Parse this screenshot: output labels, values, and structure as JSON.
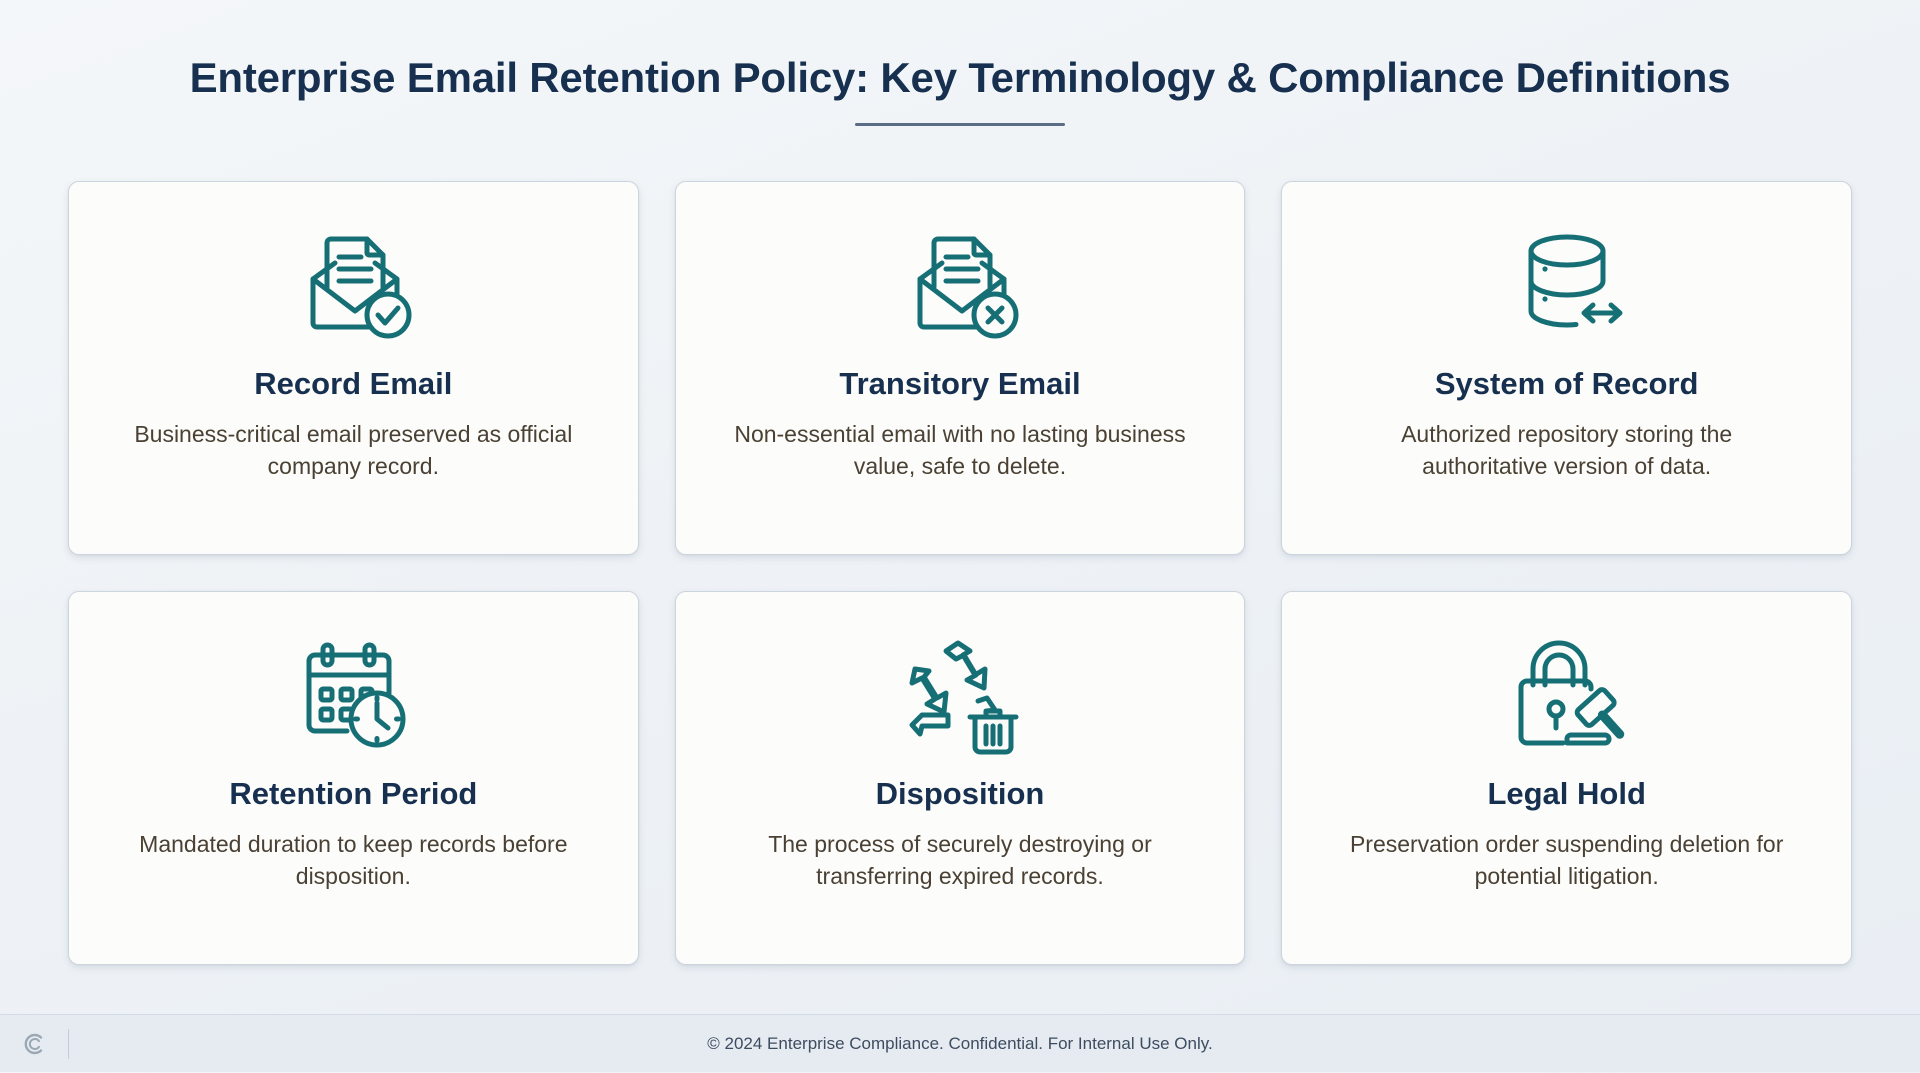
{
  "header": {
    "title": "Enterprise Email Retention Policy: Key Terminology & Compliance Definitions"
  },
  "colors": {
    "title_navy": "#17304f",
    "icon_teal": "#176f76",
    "body_text": "#4a4134",
    "page_bg": "#eef2f6",
    "card_bg": "#fcfcfa",
    "card_border": "#ccd4de",
    "footer_bg": "#e6ebf1",
    "rule": "#5a6d85"
  },
  "cards": [
    {
      "icon": "envelope-document-check-icon",
      "title": "Record Email",
      "description": "Business-critical email preserved as official company record."
    },
    {
      "icon": "envelope-document-x-icon",
      "title": "Transitory Email",
      "description": "Non-essential email with no lasting business value, safe to delete."
    },
    {
      "icon": "database-transfer-icon",
      "title": "System of Record",
      "description": "Authorized repository storing the authoritative version of data."
    },
    {
      "icon": "calendar-clock-icon",
      "title": "Retention Period",
      "description": "Mandated duration to keep records before disposition."
    },
    {
      "icon": "recycle-trash-icon",
      "title": "Disposition",
      "description": "The process of securely destroying or transferring expired records."
    },
    {
      "icon": "padlock-gavel-icon",
      "title": "Legal Hold",
      "description": "Preservation order suspending deletion for potential litigation."
    }
  ],
  "footer": {
    "logo_letter": "C",
    "text": "© 2024 Enterprise Compliance. Confidential. For Internal Use Only."
  }
}
